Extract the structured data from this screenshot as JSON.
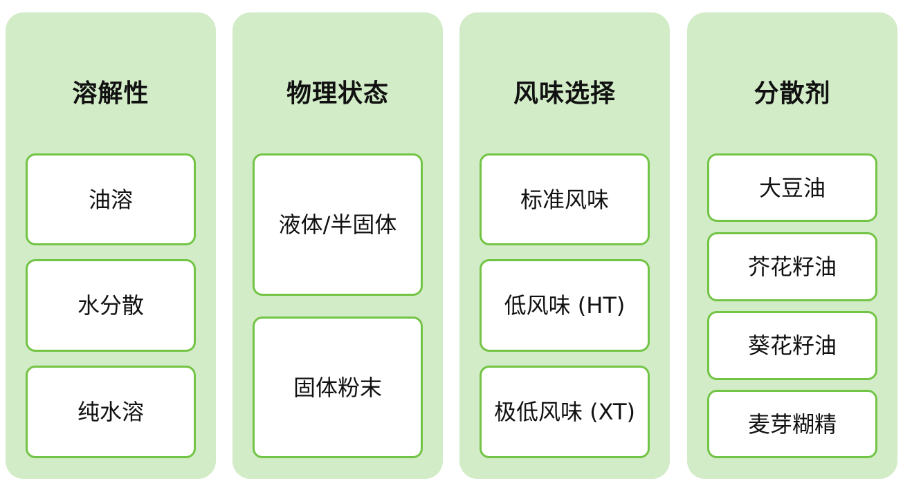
{
  "columns": [
    {
      "title": "溶解性",
      "options": [
        "油溶",
        "水分散",
        "纯水溶"
      ]
    },
    {
      "title": "物理状态",
      "options": [
        "液体/半固体",
        "固体粉末"
      ]
    },
    {
      "title": "风味选择",
      "options": [
        "标准风味",
        "低风味 (HT)",
        "极低风味 (XT)"
      ]
    },
    {
      "title": "分散剂",
      "options": [
        "大豆油",
        "芥花籽油",
        "葵花籽油",
        "麦芽糊精"
      ]
    }
  ],
  "colors": {
    "panel_background": "#d3ecc8",
    "option_border": "#72c444",
    "option_background": "#ffffff"
  }
}
